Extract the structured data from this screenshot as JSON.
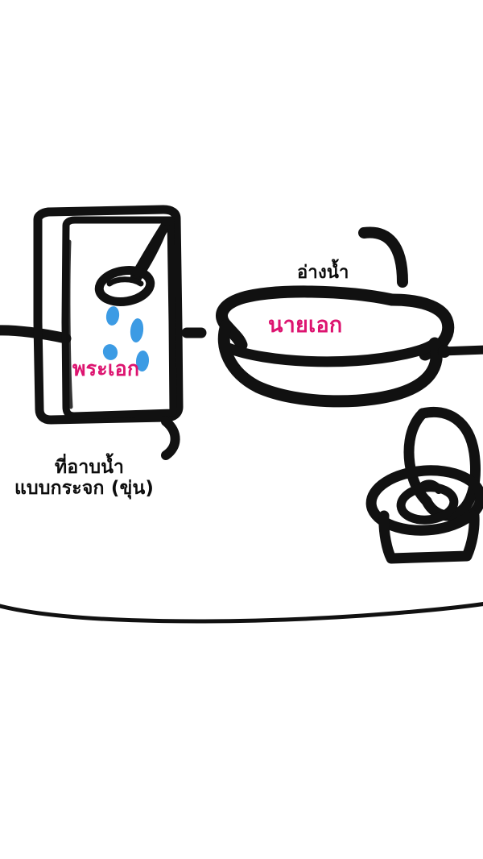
{
  "scene": {
    "title": "Hand-drawn bathroom layout sketch",
    "background_color": "#FFFFFF",
    "ink_color": "#111111",
    "accent_pink": "#DD1470",
    "water_blue": "#3C9BE4"
  },
  "labels": {
    "shower_occupant": "พระเอก",
    "shower_caption_line1": "ที่อาบน้ำ",
    "shower_caption_line2": "แบบกระจก (ขุ่น)",
    "tub_caption": "อ่างน้ำ",
    "tub_occupant": "นายเอก"
  },
  "objects": {
    "shower_stall": "shower-stall-glass",
    "shower_head": "shower-head-icon",
    "water_drops": "water-droplets",
    "bathtub": "bathtub-icon",
    "toilet": "toilet-icon",
    "wall_line_left": "wall-line-left",
    "wall_line_right": "wall-line-right",
    "floor_line": "floor-line",
    "divider_dash": "divider-dash",
    "hook_top_right": "hook-stroke-top-right",
    "hook_below_shower": "hook-stroke-below-shower"
  }
}
